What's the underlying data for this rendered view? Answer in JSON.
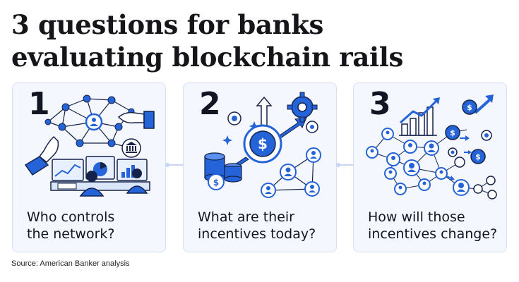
{
  "title": {
    "line1": "3 questions for banks",
    "line2": "evaluating blockchain rails"
  },
  "cards": [
    {
      "number": "1",
      "question_line1": "Who controls",
      "question_line2": "the network?",
      "illustration": "network-hands-traders"
    },
    {
      "number": "2",
      "question_line1": "What are their",
      "question_line2": "incentives today?",
      "illustration": "coins-gears-people"
    },
    {
      "number": "3",
      "question_line1": "How will those",
      "question_line2": "incentives change?",
      "illustration": "growing-network-chart"
    }
  ],
  "source": "Source: American Banker analysis",
  "colors": {
    "accent": "#2563d9",
    "dark": "#15224a",
    "card_bg": "#f4f7fe",
    "card_border": "#d6e1f7"
  }
}
